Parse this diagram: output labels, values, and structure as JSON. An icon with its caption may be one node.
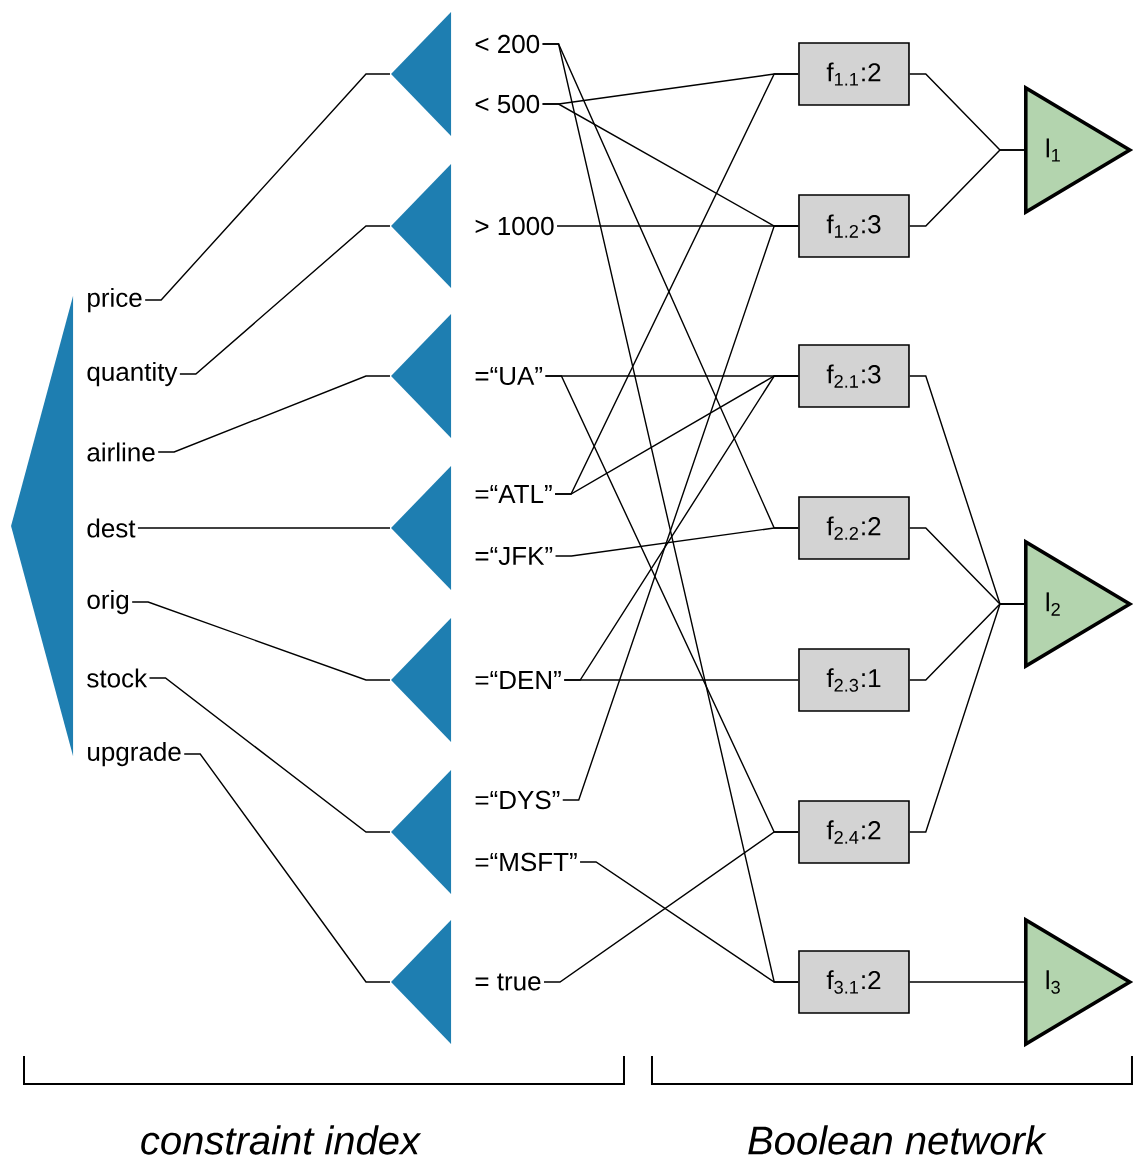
{
  "diagram": {
    "nodes": [
      {
        "text": [],
        "shape": "triangle"
      },
      {
        "text": [
          "price"
        ]
      },
      {
        "text": [
          "quantity"
        ]
      },
      {
        "text": [
          "airline"
        ]
      },
      {
        "text": [
          "dest"
        ]
      },
      {
        "text": [
          "orig"
        ]
      },
      {
        "text": [
          "stock"
        ]
      },
      {
        "text": [
          "upgrade"
        ]
      },
      {
        "text": [],
        "shape": "triangle"
      },
      {
        "text": [],
        "shape": "triangle"
      },
      {
        "text": [],
        "shape": "triangle"
      },
      {
        "text": [],
        "shape": "triangle"
      },
      {
        "text": [],
        "shape": "triangle"
      },
      {
        "text": [],
        "shape": "triangle"
      },
      {
        "text": [],
        "shape": "triangle"
      },
      {
        "text": [
          "< 200"
        ]
      },
      {
        "text": [
          "< 500"
        ]
      },
      {
        "text": [
          "> 1000"
        ]
      },
      {
        "text": [
          "=“UA”"
        ]
      },
      {
        "text": [
          "=“ATL”"
        ]
      },
      {
        "text": [
          "=“JFK”"
        ]
      },
      {
        "text": [
          "=“DEN”"
        ]
      },
      {
        "text": [
          "=“DYS”"
        ]
      },
      {
        "text": [
          "=“MSFT”"
        ]
      },
      {
        "text": [
          "= true"
        ]
      },
      {
        "text": [
          "f$_{1.1}$:2"
        ]
      },
      {
        "text": [
          "f$_{1.2}$:3"
        ]
      },
      {
        "text": [
          "f$_{2.1}$:3"
        ]
      },
      {
        "text": [
          "f$_{2.2}$:2"
        ]
      },
      {
        "text": [
          "f$_{2.3}$:1"
        ]
      },
      {
        "text": [
          "f$_{2.4}$:2"
        ]
      },
      {
        "text": [
          "f$_{3.1}$:2"
        ]
      },
      {
        "text": [
          "l$_{1}$"
        ]
      },
      {
        "text": [
          "l$_{2}$"
        ]
      },
      {
        "text": [
          "l$_{3}$"
        ]
      }
    ],
    "edges": [
      {
        "from": 1,
        "to": 8,
        "arrow": "none"
      },
      {
        "from": 2,
        "to": 9,
        "arrow": "none"
      },
      {
        "from": 3,
        "to": 10,
        "arrow": "none"
      },
      {
        "from": 4,
        "to": 11,
        "arrow": "none"
      },
      {
        "from": 5,
        "to": 12,
        "arrow": "none"
      },
      {
        "from": 6,
        "to": 13,
        "arrow": "none"
      },
      {
        "from": 7,
        "to": 14,
        "arrow": "none"
      },
      {
        "from": 15,
        "to": 28,
        "arrow": "none"
      },
      {
        "from": 15,
        "to": 31,
        "arrow": "none"
      },
      {
        "from": 16,
        "to": 25,
        "arrow": "none"
      },
      {
        "from": 16,
        "to": 26,
        "arrow": "none"
      },
      {
        "from": 17,
        "to": 26,
        "arrow": "none"
      },
      {
        "from": 18,
        "to": 27,
        "arrow": "none"
      },
      {
        "from": 18,
        "to": 30,
        "arrow": "none"
      },
      {
        "from": 19,
        "to": 25,
        "arrow": "none"
      },
      {
        "from": 19,
        "to": 27,
        "arrow": "none"
      },
      {
        "from": 20,
        "to": 28,
        "arrow": "none"
      },
      {
        "from": 21,
        "to": 27,
        "arrow": "none"
      },
      {
        "from": 21,
        "to": 29,
        "arrow": "none"
      },
      {
        "from": 22,
        "to": 26,
        "arrow": "none"
      },
      {
        "from": 23,
        "to": 31,
        "arrow": "none"
      },
      {
        "from": 24,
        "to": 30,
        "arrow": "none"
      },
      {
        "from": 25,
        "to": 32,
        "arrow": "none"
      },
      {
        "from": 26,
        "to": 32,
        "arrow": "none"
      },
      {
        "from": 27,
        "to": 33,
        "arrow": "none"
      },
      {
        "from": 28,
        "to": 33,
        "arrow": "none"
      },
      {
        "from": 29,
        "to": 33,
        "arrow": "none"
      },
      {
        "from": 30,
        "to": 33,
        "arrow": "none"
      },
      {
        "from": 31,
        "to": 34,
        "arrow": "none"
      }
    ],
    "labels": [
      "constraint index",
      "Boolean network"
    ]
  }
}
